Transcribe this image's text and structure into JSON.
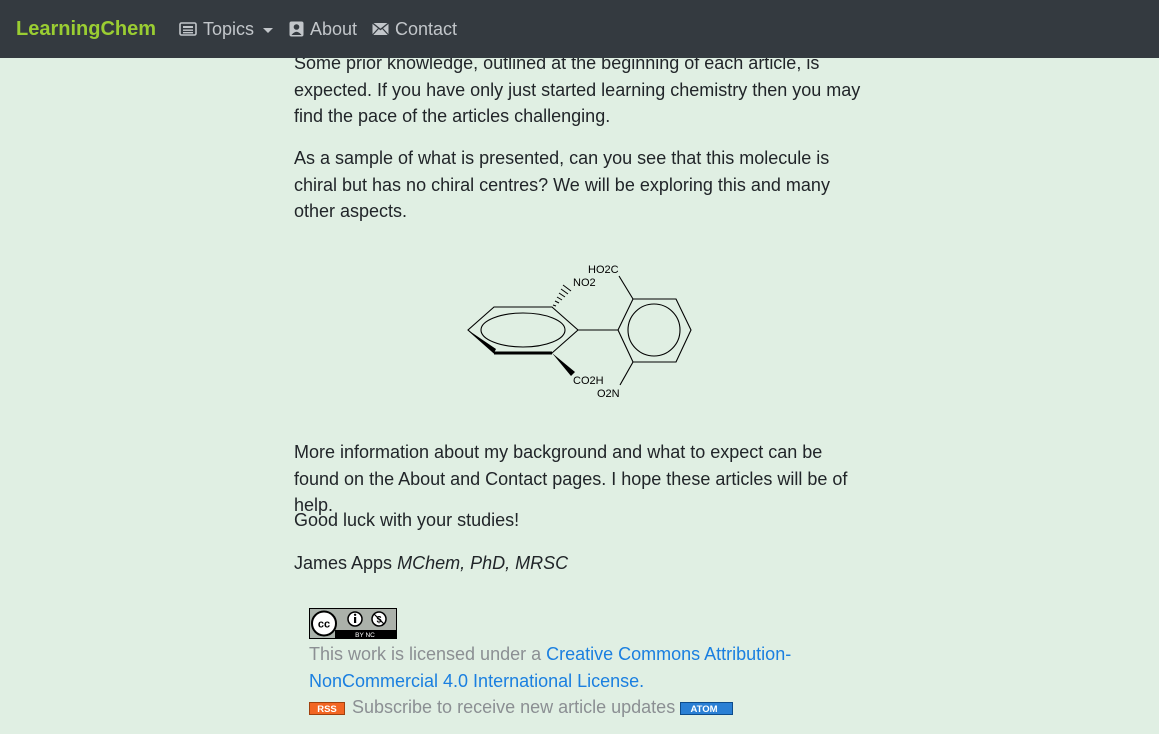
{
  "nav": {
    "brand": "LearningChem",
    "items": [
      {
        "label": "Topics",
        "icon": "newspaper-icon",
        "dropdown": true
      },
      {
        "label": "About",
        "icon": "user-icon"
      },
      {
        "label": "Contact",
        "icon": "envelope-icon"
      }
    ]
  },
  "main": {
    "paragraph_1": "Some prior knowledge, outlined at the beginning of each article, is expected. If you have only just started learning chemistry then you may find the pace of the articles challenging.",
    "paragraph_2": "As a sample of what is presented, can you see that this molecule is chiral but has no chiral centres? We will be exploring this and many other aspects.",
    "paragraph_3": "More information about my background and what to expect can be found on the About and Contact pages. I hope these articles will be of help.",
    "paragraph_4": "Good luck with your studies!",
    "author_name": "James Apps",
    "author_credentials": "MChem, PhD, MRSC",
    "molecule_labels": {
      "top_acid": "HO2C",
      "top_nitro": "NO2",
      "bottom_acid": "CO2H",
      "bottom_nitro": "O2N"
    }
  },
  "footer": {
    "license_prefix": "This work is licensed under a ",
    "license_link": "Creative Commons Attribution-NonCommercial 4.0 International License",
    "license_suffix": ".",
    "subscribe_text": "Subscribe to receive new article updates",
    "badges": {
      "cc": "BY NC",
      "rss": "RSS",
      "atom": "ATOM"
    }
  },
  "colors": {
    "background": "#e0efe3",
    "navbar": "#343a40",
    "brand": "#9acd32",
    "link": "#1a7fe0"
  }
}
